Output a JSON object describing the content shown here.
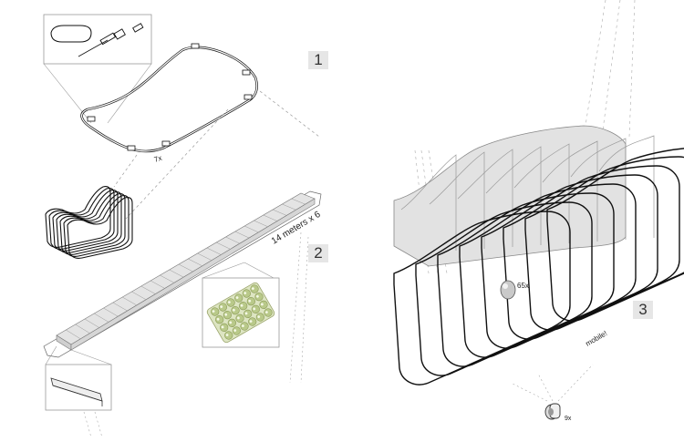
{
  "steps": [
    {
      "number": "1"
    },
    {
      "number": "2"
    },
    {
      "number": "3"
    }
  ],
  "labels": {
    "frame_count": "7x",
    "length": "14 meters x 6",
    "balls": "65x",
    "mobile": "mobile!",
    "wheels": "9x"
  },
  "colors": {
    "line": "#111111",
    "guide": "#9a9a9a",
    "badge_bg": "#e6e6e6",
    "plank": "#d9d9d9",
    "ball": "#cfd8a8"
  }
}
